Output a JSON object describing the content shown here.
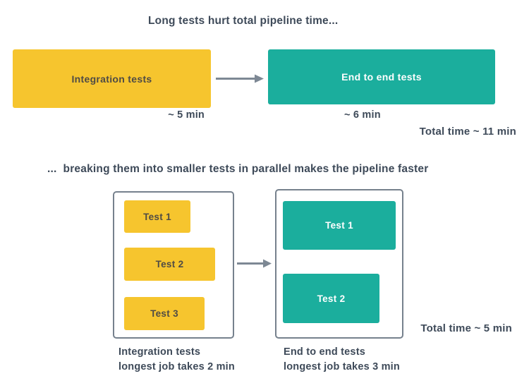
{
  "colors": {
    "yellow": "#F6C52E",
    "teal": "#1BAE9D",
    "text_dark": "#3E4A59",
    "box_label_dark": "#4F4B45",
    "arrow_gray": "#7D8894",
    "container_border": "#76818D"
  },
  "section1": {
    "title": "Long tests hurt total pipeline time...",
    "integration_box": {
      "label": "Integration tests",
      "duration": "~ 5 min"
    },
    "e2e_box": {
      "label": "End to end tests",
      "duration": "~ 6 min"
    },
    "total": "Total time ~ 11 min"
  },
  "section2": {
    "title": "...  breaking them into smaller tests in parallel makes the pipeline faster",
    "integration_group": {
      "tests": [
        "Test 1",
        "Test 2",
        "Test 3"
      ],
      "caption_line1": "Integration tests",
      "caption_line2": "longest job takes 2 min"
    },
    "e2e_group": {
      "tests": [
        "Test 1",
        "Test 2"
      ],
      "caption_line1": "End to end tests",
      "caption_line2": "longest job takes 3 min"
    },
    "total": "Total time ~ 5 min"
  }
}
